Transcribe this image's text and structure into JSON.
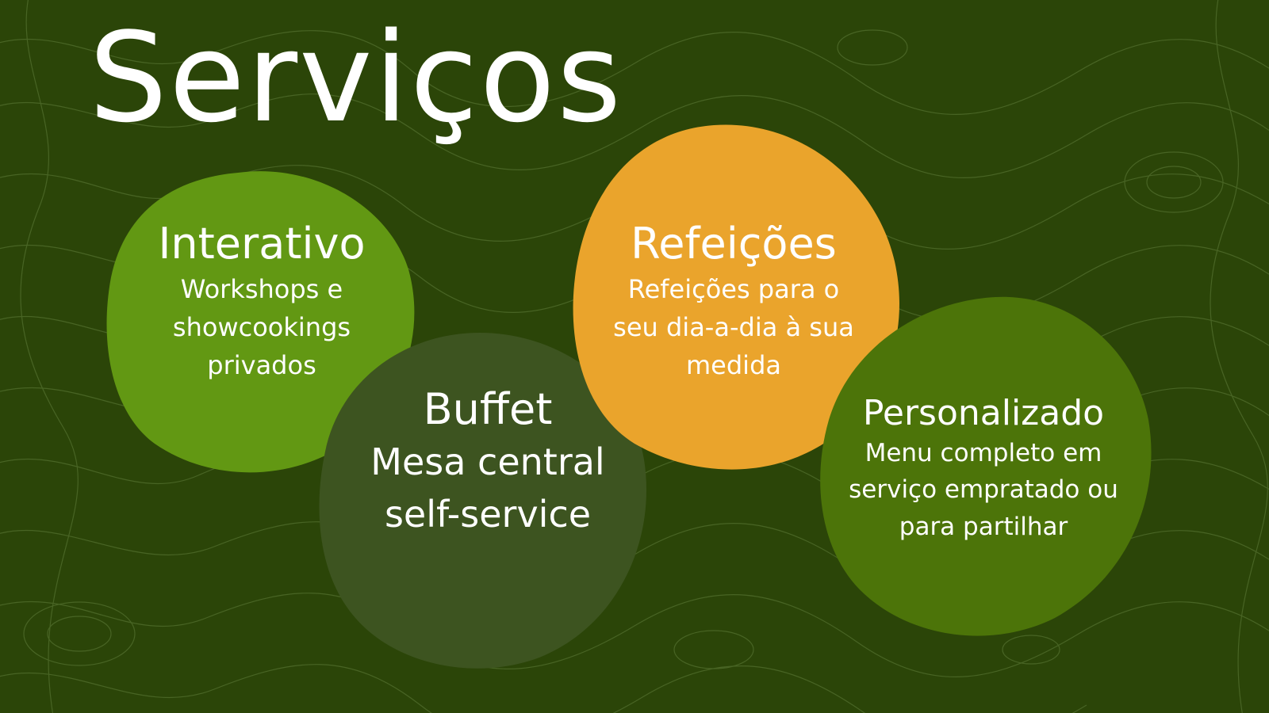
{
  "title": "Serviços",
  "colors": {
    "background": "#2b4508",
    "contour_lines": "#4e6a2a",
    "interativo": "#629813",
    "buffet": "#3d5420",
    "refeicoes": "#eaa42c",
    "personalizado": "#4c7409",
    "text": "#ffffff"
  },
  "services": [
    {
      "heading": "Interativo",
      "description": "Workshops e showcookings privados"
    },
    {
      "heading": "Buffet",
      "description": "Mesa central self-service"
    },
    {
      "heading": "Refeições",
      "description": "Refeições para o seu dia-a-dia à sua medida"
    },
    {
      "heading": "Personalizado",
      "description": "Menu completo em serviço empratado ou para partilhar"
    }
  ]
}
